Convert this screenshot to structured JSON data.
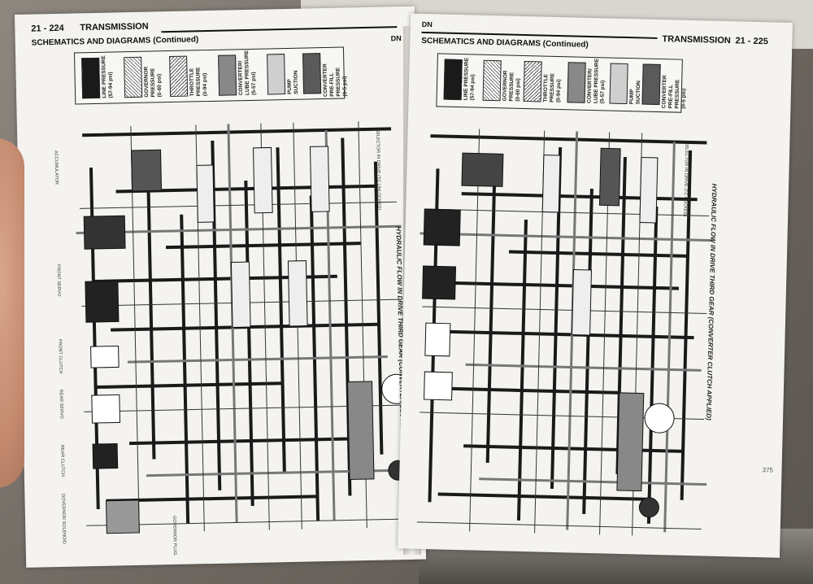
{
  "left_page": {
    "page_number": "21 - 224",
    "section": "TRANSMISSION",
    "subheader": "SCHEMATICS AND DIAGRAMS (Continued)",
    "code": "DN",
    "legend": [
      {
        "label": "LINE PRESSURE\n(57-94 psi)",
        "fill": "#1a1a1a"
      },
      {
        "label": "GOVERNOR\nPRESSURE\n(0-60 psi)",
        "fill": "hatch"
      },
      {
        "label": "THROTTLE\nPRESSURE\n(0-94 psi)",
        "fill": "hatch2"
      },
      {
        "label": "CONVERTER/\nLUBE PRESSURE\n(5-57 psi)",
        "fill": "#888888"
      },
      {
        "label": "PUMP\nSUCTION",
        "fill": "#cfcfcf"
      },
      {
        "label": "CONVERTER\nPRE-FILL\nPRESSURE\n(0-5 psi)",
        "fill": "#5a5a5a"
      }
    ],
    "caption": "HYDRAULIC FLOW IN DRIVE THIRD GEAR (CONVERTER CLUTCH NOT APPLIED)",
    "labels": [
      "ACCUMULATOR",
      "FRONT SERVO",
      "FRONT CLUTCH",
      "REAR SERVO",
      "REAR CLUTCH",
      "GOVERNOR SOLENOID",
      "SELECTOR IN DRIVE (TC UNLOCKED)",
      "GOVERNOR PLUG"
    ]
  },
  "right_page": {
    "page_number": "21 - 225",
    "section": "TRANSMISSION",
    "subheader": "SCHEMATICS AND DIAGRAMS (Continued)",
    "code": "DN",
    "legend": [
      {
        "label": "LINE PRESSURE\n(57-94 psi)",
        "fill": "#1a1a1a"
      },
      {
        "label": "GOVERNOR\nPRESSURE\n(0-60 psi)",
        "fill": "hatch"
      },
      {
        "label": "THROTTLE\nPRESSURE\n(0-94 psi)",
        "fill": "hatch2"
      },
      {
        "label": "CONVERTER/\nLUBE PRESSURE\n(5-57 psi)",
        "fill": "#888888"
      },
      {
        "label": "PUMP\nSUCTION",
        "fill": "#cfcfcf"
      },
      {
        "label": "CONVERTER\nPRE-FILL\nPRESSURE\n(0-5 psi)",
        "fill": "#5a5a5a"
      }
    ],
    "caption": "HYDRAULIC FLOW IN DRIVE THIRD GEAR (CONVERTER CLUTCH APPLIED)",
    "labels": [
      "SELECTOR IN DRIVE (TC LOCKED)"
    ],
    "corner_number": "375"
  }
}
